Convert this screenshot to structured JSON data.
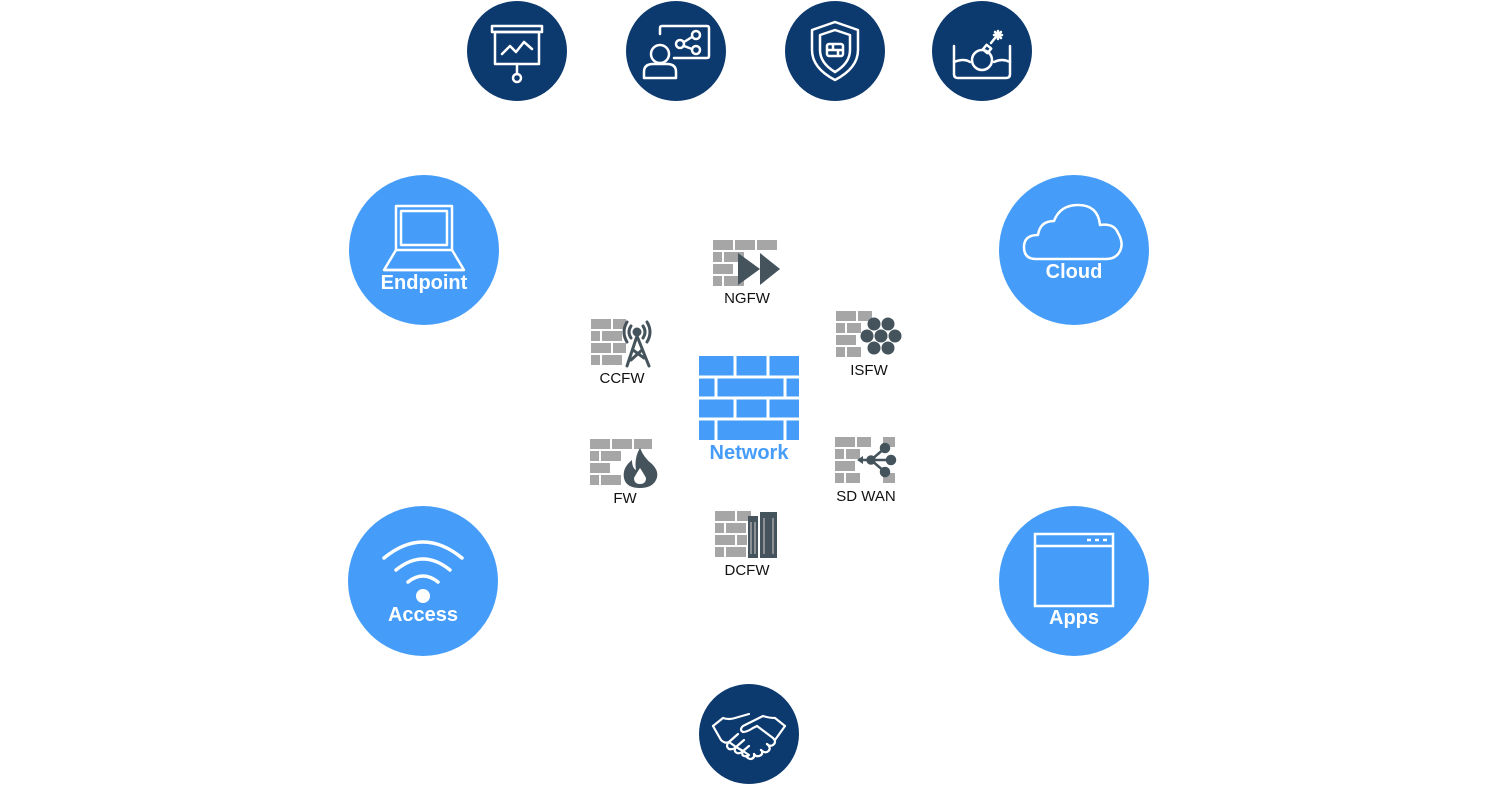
{
  "colors": {
    "navy": "#0d3a6e",
    "bright_blue": "#459df9",
    "gray_brick": "#a6a6a6",
    "dark_slate": "#45535c"
  },
  "top_icons": [
    {
      "icon": "presentation-chart-icon"
    },
    {
      "icon": "user-share-icon"
    },
    {
      "icon": "shield-fortinet-icon"
    },
    {
      "icon": "bomb-sandbox-icon"
    }
  ],
  "bottom_icon": {
    "icon": "handshake-icon"
  },
  "corners": {
    "endpoint": {
      "label": "Endpoint",
      "icon": "laptop-icon"
    },
    "cloud": {
      "label": "Cloud",
      "icon": "cloud-icon"
    },
    "access": {
      "label": "Access",
      "icon": "wifi-icon"
    },
    "apps": {
      "label": "Apps",
      "icon": "app-window-icon"
    }
  },
  "center": {
    "label": "Network",
    "icon": "brick-wall-icon"
  },
  "firewalls": {
    "ngfw": {
      "label": "NGFW",
      "icon": "fast-forward-icon"
    },
    "ccfw": {
      "label": "CCFW",
      "icon": "cell-tower-icon"
    },
    "isfw": {
      "label": "ISFW",
      "icon": "hexagon-cluster-icon"
    },
    "fw": {
      "label": "FW",
      "icon": "flame-icon"
    },
    "sdwan": {
      "label": "SD WAN",
      "icon": "network-branch-icon"
    },
    "dcfw": {
      "label": "DCFW",
      "icon": "server-rack-icon"
    }
  }
}
